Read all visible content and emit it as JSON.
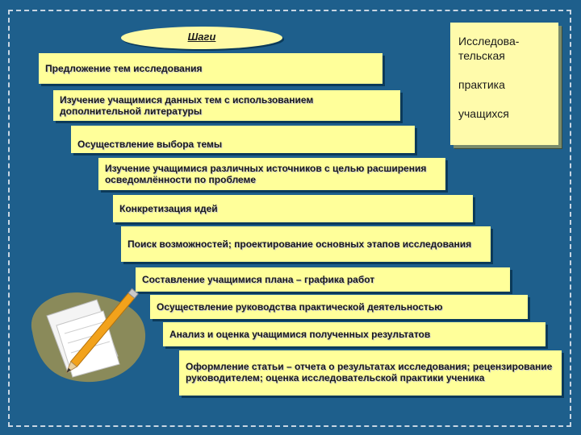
{
  "header": {
    "title": "Шаги"
  },
  "side_panel": {
    "lines": [
      "Исследова-",
      "тельская",
      "практика",
      "учащихся"
    ]
  },
  "steps": [
    {
      "text": "Предложение тем исследования"
    },
    {
      "text": "Изучение учащимися данных тем с использованием дополнительной литературы"
    },
    {
      "text": "Осуществление выбора темы"
    },
    {
      "text": "Изучение учащимися различных источников с целью расширения осведомлённости по проблеме"
    },
    {
      "text": "Конкретизация идей"
    },
    {
      "text": "Поиск возможностей; проектирование основных этапов исследования"
    },
    {
      "text": "Составление учащимися плана – графика работ"
    },
    {
      "text": "Осуществление руководства практической деятельностью"
    },
    {
      "text": "Анализ и оценка учащимися полученных результатов"
    },
    {
      "text": "Оформление статьи – отчета о результатах исследования; рецензирование руководителем; оценка исследовательской практики ученика"
    }
  ],
  "colors": {
    "background": "#1e5f8c",
    "step_fill": "#ffff9a",
    "shadow": "#0b3a5a",
    "pencil": "#f2a21b"
  },
  "icons": {
    "illustration": "paper-and-pencil-icon"
  }
}
